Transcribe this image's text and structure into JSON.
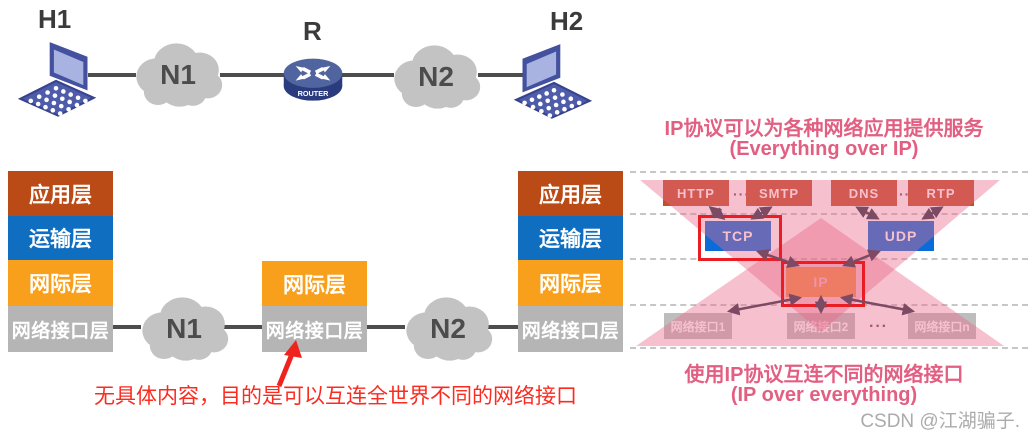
{
  "top_network": {
    "h1": "H1",
    "h2": "H2",
    "router_label": "R",
    "router_caption": "ROUTER",
    "net1": "N1",
    "net2": "N2"
  },
  "stacks": {
    "host_layers": [
      "应用层",
      "运输层",
      "网际层",
      "网络接口层"
    ],
    "router_layers": [
      "网际层",
      "网络接口层"
    ]
  },
  "bottom_network": {
    "net1": "N1",
    "net2": "N2"
  },
  "annotation": {
    "text": "无具体内容，目的是可以互连全世界不同的网络接口"
  },
  "hourglass": {
    "top_title_zh": "IP协议可以为各种网络应用提供服务",
    "top_title_en": "(Everything over IP)",
    "bottom_title_zh": "使用IP协议互连不同的网络接口",
    "bottom_title_en": "(IP over everything)",
    "apps": [
      "HTTP",
      "SMTP",
      "DNS",
      "RTP"
    ],
    "dots": "···",
    "transport": [
      "TCP",
      "UDP"
    ],
    "network": "IP",
    "interfaces": [
      "网络接口1",
      "网络接口2",
      "网络接口n"
    ]
  },
  "watermark": {
    "text": "CSDN @江湖骗子."
  },
  "colors": {
    "app_layer": "#ba4b16",
    "transport_layer": "#0f6ec0",
    "internet_layer": "#f8a01b",
    "netif_layer": "#b5b5b5",
    "hourglass_pink": "#ea688a",
    "title_pink": "#e25f82",
    "highlight_red": "#ea1c24",
    "annotation_red": "#fb2b20",
    "arrow_maroon": "#7c4a63",
    "cloud_gray": "#c3c3c3"
  }
}
